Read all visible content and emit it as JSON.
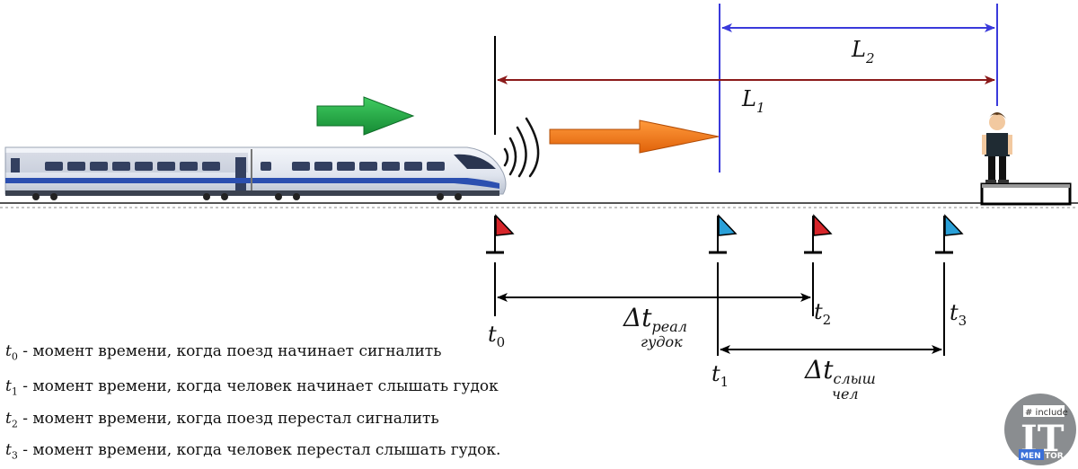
{
  "labels": {
    "L1": "L",
    "L1_sub": "1",
    "L2": "L",
    "L2_sub": "2",
    "t0": "t",
    "t0_sub": "0",
    "t1": "t",
    "t1_sub": "1",
    "t2": "t",
    "t2_sub": "2",
    "t3": "t",
    "t3_sub": "3",
    "dt_real": "Δt",
    "dt_real_sub1": "реал",
    "dt_real_sub2": "гудок",
    "dt_hear": "Δt",
    "dt_hear_sub1": "слыш",
    "dt_hear_sub2": "чел"
  },
  "legend": [
    {
      "sym": "t",
      "sub": "0",
      "text": " - момент времени, когда поезд начинает сигналить"
    },
    {
      "sym": "t",
      "sub": "1",
      "text": " - момент времени, когда человек начинает слышать гудок"
    },
    {
      "sym": "t",
      "sub": "2",
      "text": "  - момент времени, когда поезд перестал сигналить"
    },
    {
      "sym": "t",
      "sub": "3",
      "text": " - момент времени, когда человек перестал слышать гудок."
    }
  ],
  "logo": {
    "top": "# include",
    "main": "IT",
    "bottom_left": "MEN",
    "bottom_right": "TOR"
  },
  "colors": {
    "L1_arrow": "#8b1a1a",
    "L2_arrow": "#3a3adb",
    "green_arrow": "#22a845",
    "orange_arrow": "#f07a1a",
    "flag_red": "#d7262b",
    "flag_blue": "#2aa0d8",
    "train_stripe": "#2b4fb0",
    "logo_bg": "#8a8d90"
  }
}
